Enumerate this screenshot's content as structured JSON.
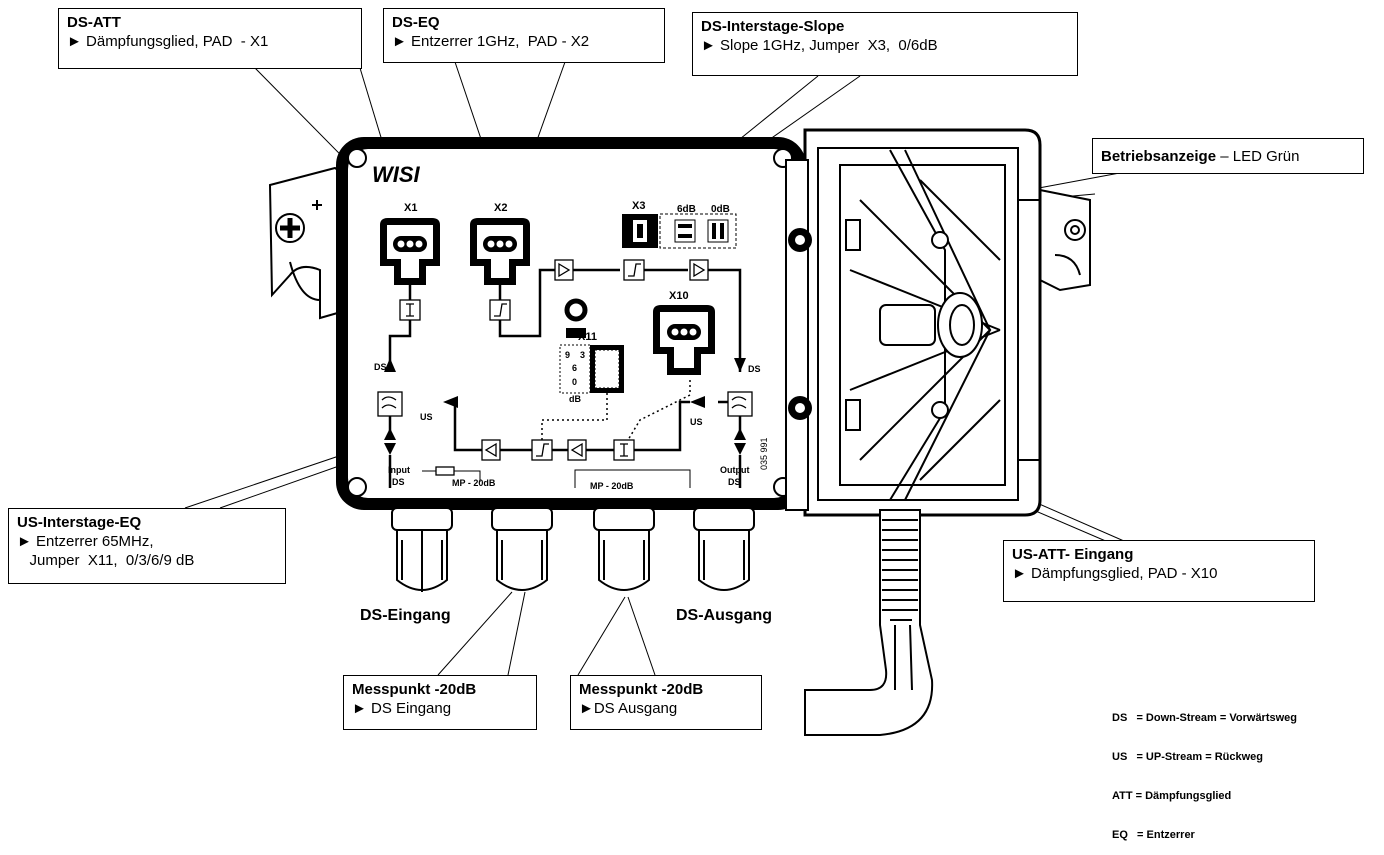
{
  "callouts": {
    "ds_att": {
      "title": "DS-ATT",
      "line1": "► Dämpfungsglied, PAD  - X1"
    },
    "ds_eq": {
      "title": "DS-EQ",
      "line1": "► Entzerrer 1GHz,  PAD - X2"
    },
    "ds_slope": {
      "title": "DS-Interstage-Slope",
      "line1": "► Slope 1GHz, Jumper  X3,  0/6dB"
    },
    "led": {
      "title": "Betriebsanzeige",
      "rest": " – LED Grün"
    },
    "us_eq": {
      "title": "US-Interstage-EQ",
      "line1": "► Entzerrer 65MHz,",
      "line2": "   Jumper  X11,  0/3/6/9 dB"
    },
    "us_att": {
      "title": "US-ATT- Eingang",
      "line1": "► Dämpfungsglied, PAD - X10"
    },
    "mp_in": {
      "title": "Messpunkt -20dB",
      "line1": "► DS Eingang"
    },
    "mp_out": {
      "title": "Messpunkt  -20dB",
      "line1": "►DS Ausgang"
    }
  },
  "port_labels": {
    "ds_in": "DS-Eingang",
    "ds_out": "DS-Ausgang"
  },
  "device": {
    "brand": "WISI",
    "x1": "X1",
    "x2": "X2",
    "x3": "X3",
    "x10": "X10",
    "x11": "X11",
    "jumper_6db": "6dB",
    "jumper_0db": "0dB",
    "x11_left": [
      "9",
      "6",
      "0"
    ],
    "x11_right": [
      "3"
    ],
    "x11_db": "dB",
    "ds": "DS",
    "us": "US",
    "input_line1": "Input",
    "input_line2": "DS",
    "output_line1": "Output",
    "output_line2": "DS",
    "mp1": "MP - 20dB",
    "mp2": "MP - 20dB",
    "serial": "035 991"
  },
  "legend": [
    "DS   = Down-Stream = Vorwärtsweg",
    "US   = UP-Stream = Rückweg",
    "ATT = Dämpfungsglied",
    "EQ   = Entzerrer"
  ]
}
